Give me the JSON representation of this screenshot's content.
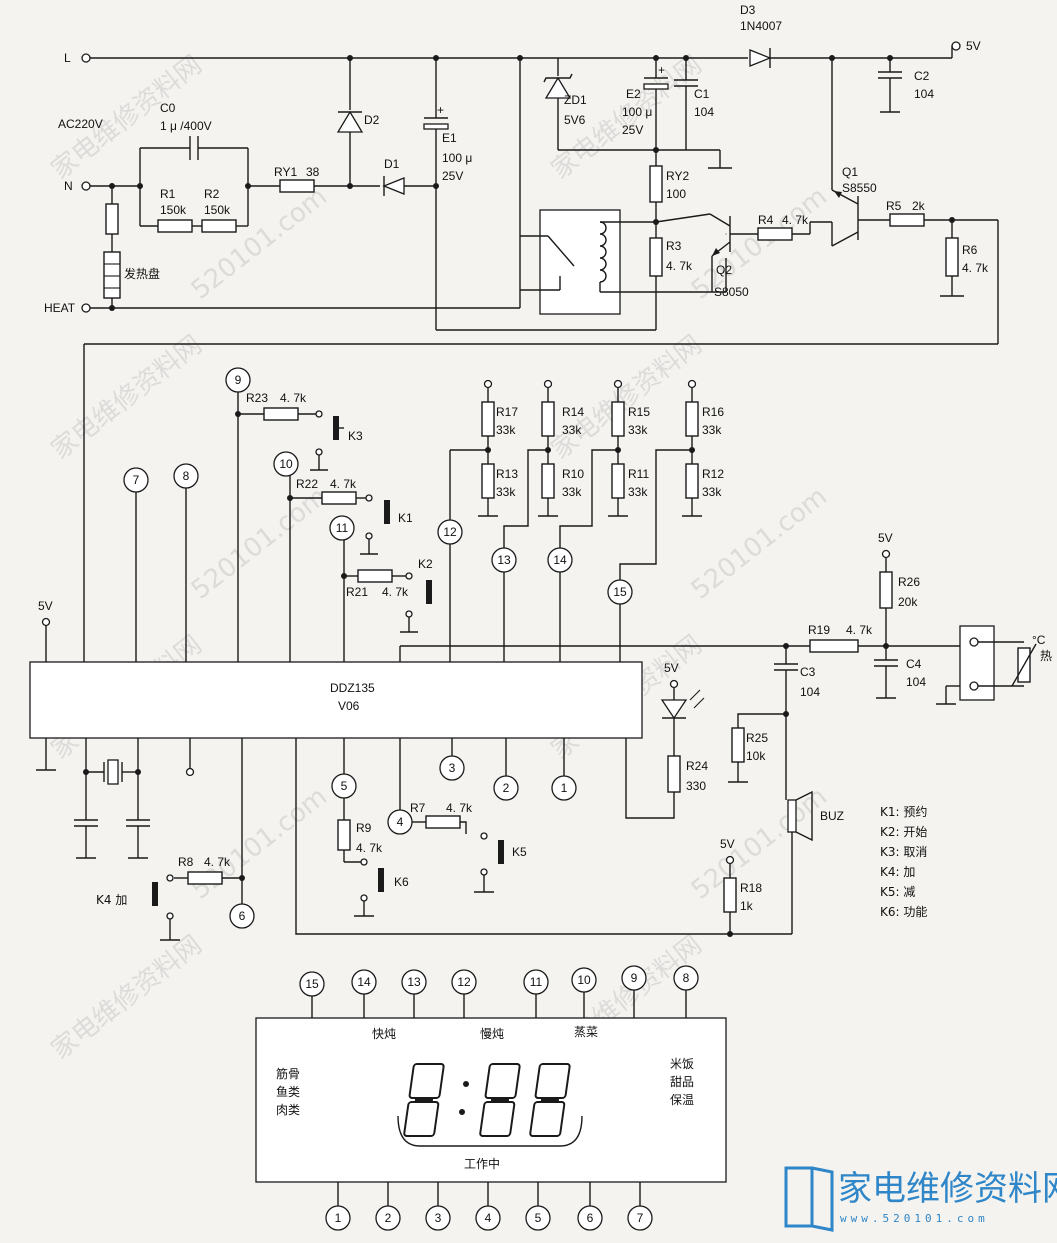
{
  "power": {
    "L": "L",
    "N": "N",
    "HEAT": "HEAT",
    "AC": "AC220V",
    "heater": "发热盘",
    "out_5v": "5V"
  },
  "components": {
    "C0": "C0",
    "C0_val": "1 μ /400V",
    "R1": "R1",
    "R1_val": "150k",
    "R2": "R2",
    "R2_val": "150k",
    "RY1": "RY1",
    "RY1_val": "38",
    "D1": "D1",
    "D2": "D2",
    "E1": "E1",
    "E1_v1": "100 μ",
    "E1_v2": "25V",
    "ZD1": "ZD1",
    "ZD1_val": "5V6",
    "E2": "E2",
    "E2_v1": "100 μ",
    "E2_v2": "25V",
    "C1": "C1",
    "C1_val": "104",
    "D3": "D3",
    "D3_val": "1N4007",
    "C2": "C2",
    "C2_val": "104",
    "RY2": "RY2",
    "RY2_val": "100",
    "R3": "R3",
    "R3_val": "4. 7k",
    "Q2": "Q2",
    "Q2_val": "S8050",
    "R4": "R4",
    "R4_val": "4. 7k",
    "Q1": "Q1",
    "Q1_val": "S8550",
    "R5": "R5",
    "R5_val": "2k",
    "R6": "R6",
    "R6_val": "4. 7k",
    "R23": "R23",
    "R23_val": "4. 7k",
    "K3": "K3",
    "R22": "R22",
    "R22_val": "4. 7k",
    "K1": "K1",
    "R21": "R21",
    "R21_val": "4. 7k",
    "K2": "K2",
    "R17": "R17",
    "R17_val": "33k",
    "R13": "R13",
    "R13_val": "33k",
    "R14": "R14",
    "R14_val": "33k",
    "R10": "R10",
    "R10_val": "33k",
    "R15": "R15",
    "R15_val": "33k",
    "R11": "R11",
    "R11_val": "33k",
    "R16": "R16",
    "R16_val": "33k",
    "R12": "R12",
    "R12_val": "33k",
    "R26": "R26",
    "R26_val": "20k",
    "R19": "R19",
    "R19_val": "4. 7k",
    "C3": "C3",
    "C3_val": "104",
    "C4": "C4",
    "C4_val": "104",
    "sensor": "热",
    "sensor_unit": "°C",
    "R24": "R24",
    "R24_val": "330",
    "R25": "R25",
    "R25_val": "10k",
    "BUZ": "BUZ",
    "R18": "R18",
    "R18_val": "1k",
    "R9": "R9",
    "R9_val": "4. 7k",
    "K6": "K6",
    "R7": "R7",
    "R7_val": "4. 7k",
    "K5": "K5",
    "R8": "R8",
    "R8_val": "4. 7k",
    "K4": "K4 加"
  },
  "ic": {
    "name": "DDZ135",
    "version": "V06"
  },
  "supplies": {
    "v5_left": "5V",
    "v5_r26": "5V",
    "v5_led": "5V",
    "v5_r18": "5V"
  },
  "key_legend": [
    "K1:  预约",
    "K2:  开始",
    "K3:  取消",
    "K4:  加",
    "K5:  减",
    "K6:  功能"
  ],
  "display": {
    "digits": "8:88",
    "mode_top": [
      "快炖",
      "慢炖",
      "蒸菜"
    ],
    "mode_left": [
      "筋骨",
      "鱼类",
      "肉类"
    ],
    "mode_right": [
      "米饭",
      "甜品",
      "保温"
    ],
    "status": "工作中"
  },
  "pins_top": [
    "15",
    "14",
    "13",
    "12",
    "11",
    "10",
    "9",
    "8"
  ],
  "pins_bottom": [
    "1",
    "2",
    "3",
    "4",
    "5",
    "6",
    "7"
  ],
  "watermark": {
    "cn": "家电维修资料网",
    "url": "520101.com"
  },
  "logo": {
    "cn": "家电维修资料网",
    "url": "www.520101.com"
  }
}
